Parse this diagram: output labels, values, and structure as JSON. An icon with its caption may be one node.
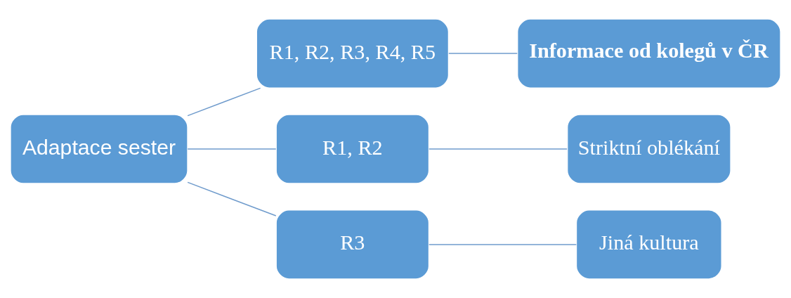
{
  "diagram": {
    "nodes": [
      {
        "text": [
          "Adaptace sester"
        ]
      },
      {
        "text": [
          "R1, R2, R3, R4, R5"
        ]
      },
      {
        "text": [
          "R1, R2"
        ]
      },
      {
        "text": [
          "R3"
        ]
      },
      {
        "text": [
          "Informace od kolegů v ČR"
        ]
      },
      {
        "text": [
          "Striktní oblékání"
        ]
      },
      {
        "text": [
          "Jiná kultura"
        ]
      }
    ],
    "edges": [
      {
        "from": 0,
        "to": 1,
        "arrow": "none"
      },
      {
        "from": 0,
        "to": 2,
        "arrow": "none"
      },
      {
        "from": 0,
        "to": 3,
        "arrow": "none"
      },
      {
        "from": 1,
        "to": 4,
        "arrow": "none"
      },
      {
        "from": 2,
        "to": 5,
        "arrow": "none"
      },
      {
        "from": 3,
        "to": 6,
        "arrow": "none"
      }
    ]
  }
}
